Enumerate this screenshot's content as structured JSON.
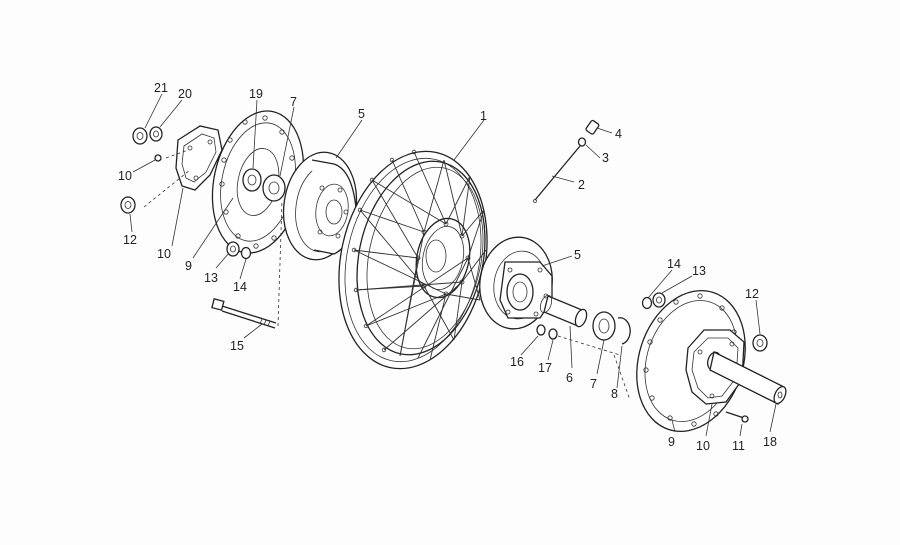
{
  "callouts": {
    "c1": "1",
    "c2": "2",
    "c3": "3",
    "c4": "4",
    "c5a": "5",
    "c5b": "5",
    "c6": "6",
    "c7a": "7",
    "c7b": "7",
    "c8": "8",
    "c9a": "9",
    "c9b": "9",
    "c10a": "10",
    "c10b": "10",
    "c10c": "10",
    "c11": "11",
    "c12a": "12",
    "c12b": "12",
    "c13a": "13",
    "c13b": "13",
    "c14a": "14",
    "c14b": "14",
    "c15": "15",
    "c16": "16",
    "c17": "17",
    "c18": "18",
    "c19": "19",
    "c20": "20",
    "c21": "21"
  }
}
